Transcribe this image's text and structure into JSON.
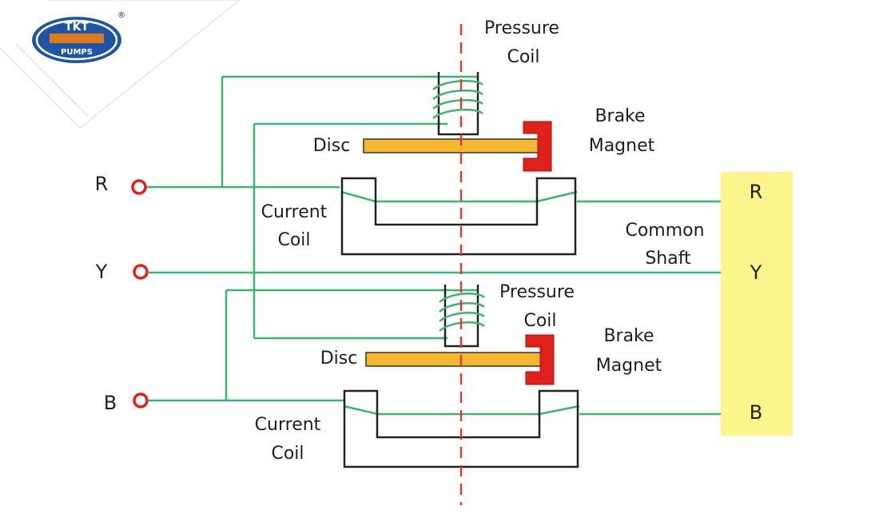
{
  "logo": {
    "top": "TKT",
    "bottom": "PUMPS",
    "mark": "®"
  },
  "labels": {
    "pressure_coil_1_line1": "Pressure",
    "pressure_coil_1_line2": "Coil",
    "brake_magnet_1_line1": "Brake",
    "brake_magnet_1_line2": "Magnet",
    "disc_1": "Disc",
    "current_coil_1_line1": "Current",
    "current_coil_1_line2": "Coil",
    "common_shaft_line1": "Common",
    "common_shaft_line2": "Shaft",
    "pressure_coil_2_line1": "Pressure",
    "pressure_coil_2_line2": "Coil",
    "brake_magnet_2_line1": "Brake",
    "brake_magnet_2_line2": "Magnet",
    "disc_2": "Disc",
    "current_coil_2_line1": "Current",
    "current_coil_2_line2": "Coil"
  },
  "terminals_left": {
    "r": "R",
    "y": "Y",
    "b": "B"
  },
  "terminals_right": {
    "r": "R",
    "y": "Y",
    "b": "B"
  },
  "colors": {
    "wire": "#3cb371",
    "terminal": "#e0201b",
    "disc": "#f5b82e",
    "brake": "#e0201b",
    "shaft": "#d83a3a",
    "load_box": "#fbf58c",
    "logo_blue": "#1f55a6",
    "logo_orange": "#e07a1f"
  }
}
